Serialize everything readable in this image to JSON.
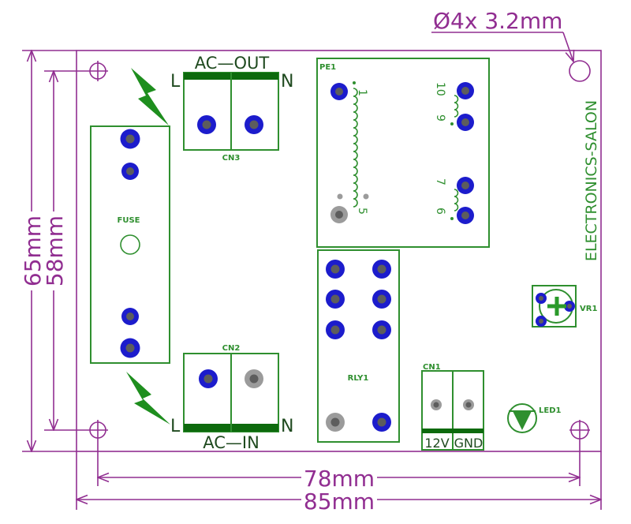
{
  "dimensions": {
    "hole_note": "Ø4x 3.2mm",
    "height_outer": "65mm",
    "height_inner": "58mm",
    "width_inner": "78mm",
    "width_outer": "85mm"
  },
  "cn3": {
    "ref": "CN3",
    "title": "AC—OUT",
    "left_pin": "L",
    "right_pin": "N"
  },
  "cn2": {
    "ref": "CN2",
    "title": "AC—IN",
    "left_pin": "L",
    "right_pin": "N"
  },
  "cn1": {
    "ref": "CN1",
    "left_pin": "12V",
    "right_pin": "GND"
  },
  "fuse": {
    "ref": "FUSE"
  },
  "pe1": {
    "ref": "PE1",
    "pins": {
      "p1": "1",
      "p5": "5",
      "p10": "10",
      "p9": "9",
      "p7": "7",
      "p6": "6"
    }
  },
  "rly1": {
    "ref": "RLY1"
  },
  "led1": {
    "ref": "LED1"
  },
  "vr1": {
    "ref": "VR1"
  },
  "brand": "ELECTRONICS-SALON",
  "icons": {
    "high_voltage": "lightning-bolt-icon",
    "hole": "mounting-hole-icon"
  },
  "colors": {
    "dimension": "#912e91",
    "silkscreen": "#2f8f2f",
    "ink": "#1f4a1f",
    "pad": "#1c1ccc",
    "pad_gray": "#9b9b9b",
    "terminal_bar": "#0d6a0d",
    "warning_bolt": "#1e8e1e"
  }
}
